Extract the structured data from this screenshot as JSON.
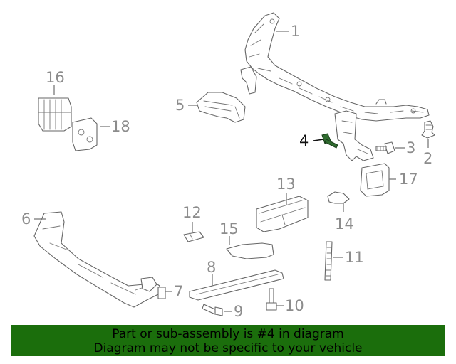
{
  "callouts": [
    {
      "id": "1",
      "label": "1",
      "highlighted": false
    },
    {
      "id": "2",
      "label": "2",
      "highlighted": false
    },
    {
      "id": "3",
      "label": "3",
      "highlighted": false
    },
    {
      "id": "4",
      "label": "4",
      "highlighted": true
    },
    {
      "id": "5",
      "label": "5",
      "highlighted": false
    },
    {
      "id": "6",
      "label": "6",
      "highlighted": false
    },
    {
      "id": "7",
      "label": "7",
      "highlighted": false
    },
    {
      "id": "8",
      "label": "8",
      "highlighted": false
    },
    {
      "id": "9",
      "label": "9",
      "highlighted": false
    },
    {
      "id": "10",
      "label": "10",
      "highlighted": false
    },
    {
      "id": "11",
      "label": "11",
      "highlighted": false
    },
    {
      "id": "12",
      "label": "12",
      "highlighted": false
    },
    {
      "id": "13",
      "label": "13",
      "highlighted": false
    },
    {
      "id": "14",
      "label": "14",
      "highlighted": false
    },
    {
      "id": "15",
      "label": "15",
      "highlighted": false
    },
    {
      "id": "16",
      "label": "16",
      "highlighted": false
    },
    {
      "id": "17",
      "label": "17",
      "highlighted": false
    },
    {
      "id": "18",
      "label": "18",
      "highlighted": false
    }
  ],
  "colors": {
    "banner_background": "#1b6e0c",
    "highlight_part": "#2f6b2f",
    "line_art": "#666666",
    "callout_text": "#8c8c8c"
  },
  "banner": {
    "line1": "Part or sub-assembly is #4 in diagram",
    "line2": "Diagram may not be specific to your vehicle"
  }
}
